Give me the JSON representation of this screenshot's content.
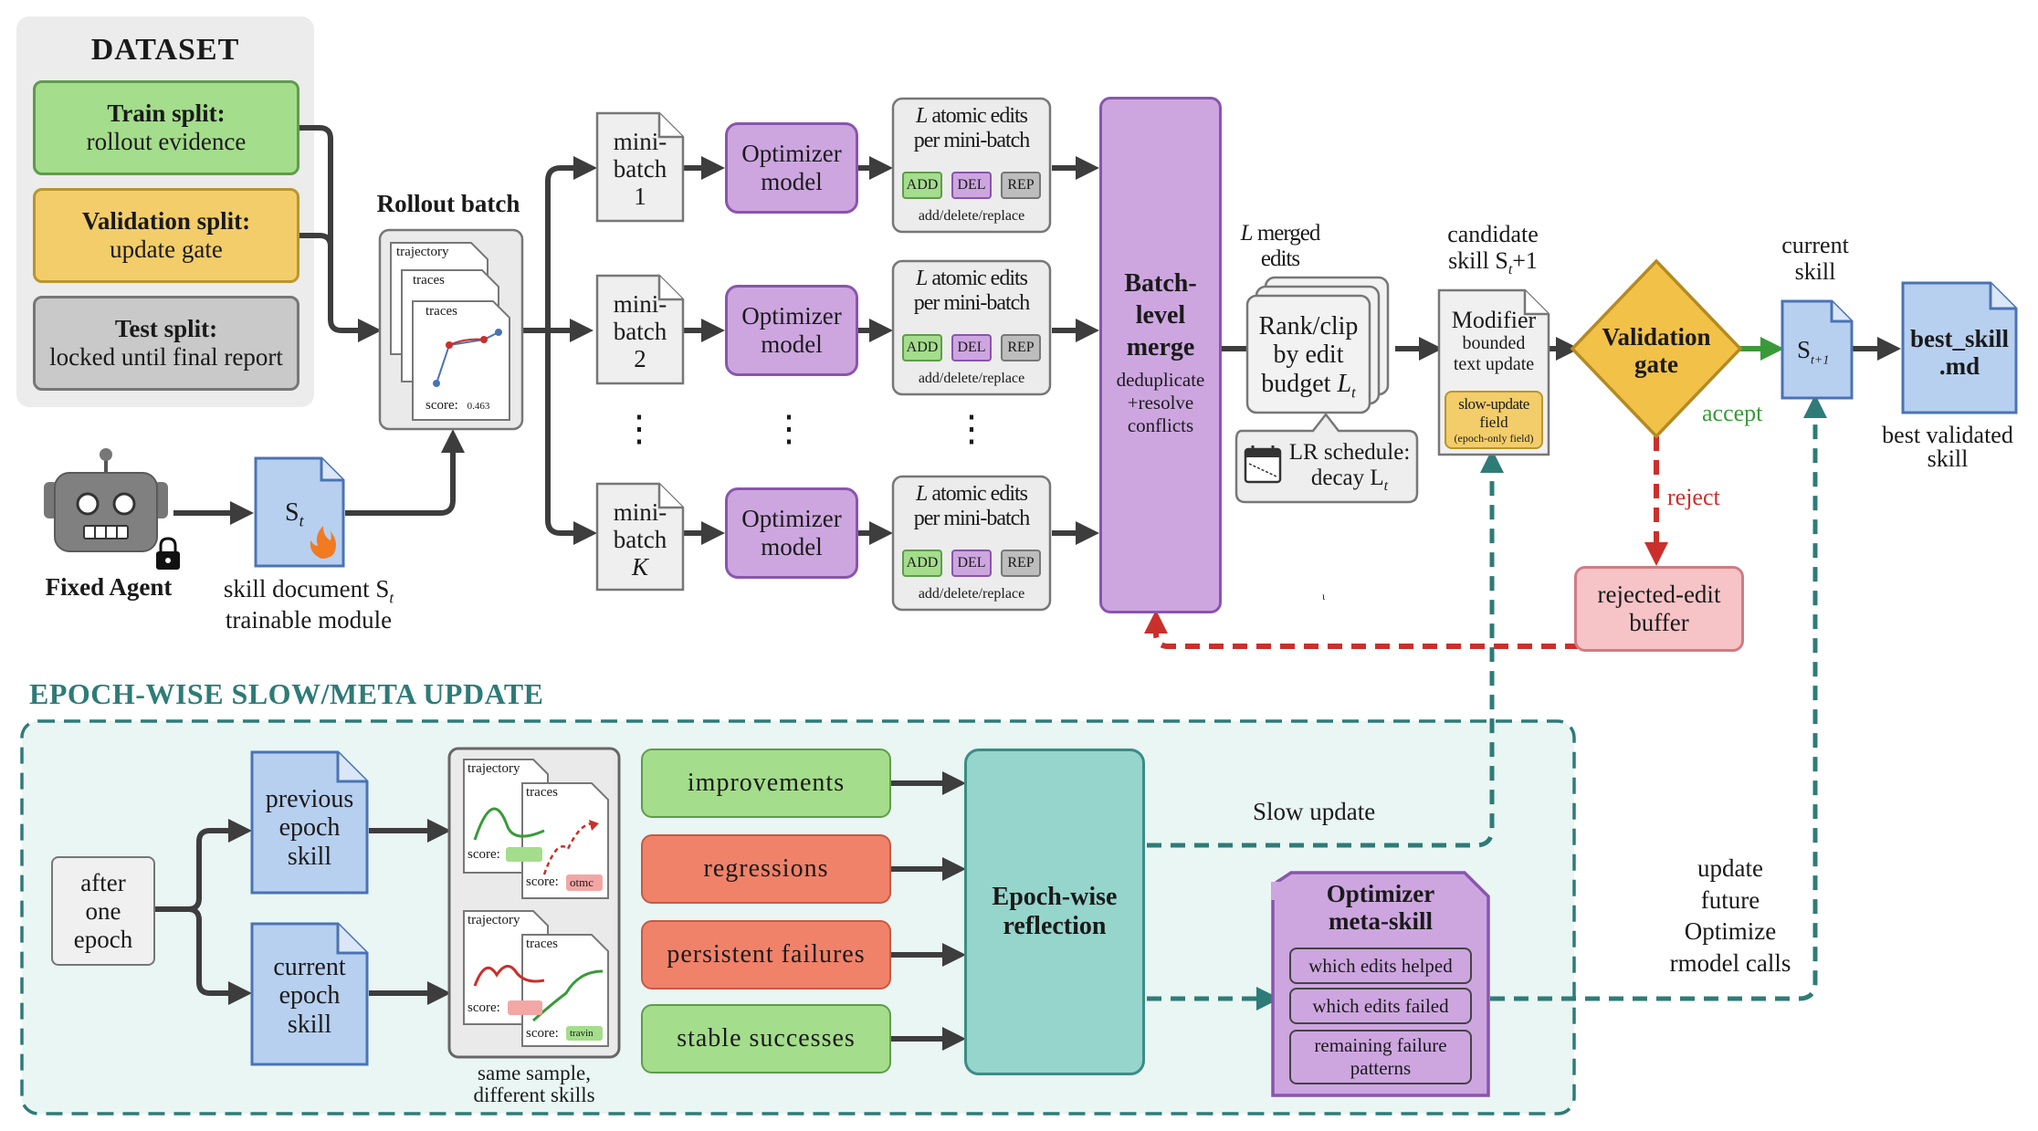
{
  "dataset": {
    "title": "DATASET",
    "train": {
      "title": "Train split:",
      "sub": "rollout evidence"
    },
    "validation": {
      "title": "Validation split:",
      "sub": "update gate"
    },
    "test": {
      "title": "Test split:",
      "sub": "locked until final report"
    }
  },
  "agent": {
    "label": "Fixed Agent"
  },
  "skill_doc": {
    "symbol": "S",
    "sub_symbol": "t",
    "caption_line1": "skill document S",
    "caption_sub": "t",
    "caption_line2": "trainable module"
  },
  "rollout": {
    "title": "Rollout batch",
    "card_trajectory": "trajectory",
    "card_traces1": "traces",
    "card_traces2": "traces",
    "score_label": "score:",
    "score_value": "0.463"
  },
  "minibatches": [
    {
      "l1": "mini-",
      "l2": "batch",
      "l3": "1"
    },
    {
      "l1": "mini-",
      "l2": "batch",
      "l3": "2"
    },
    {
      "l1": "mini-",
      "l2": "batch",
      "l3": "K"
    }
  ],
  "optimizer": {
    "l1": "Optimizer",
    "l2": "model"
  },
  "edits": {
    "l_symbol": "L",
    "title_rest": " atomic edits",
    "title_line2": "per mini-batch",
    "add": "ADD",
    "del": "DEL",
    "rep": "REP",
    "footer": "add/delete/replace"
  },
  "ellipsis": "⋮",
  "merge": {
    "title": [
      "Batch-",
      "level",
      "merge"
    ],
    "sub": [
      "deduplicate",
      "+resolve",
      "conflicts"
    ]
  },
  "merged_edits": {
    "l_symbol": "L",
    "rest": " merged",
    "line2": "edits"
  },
  "rank": {
    "l1": "Rank/clip",
    "l2": "by edit",
    "l3": "budget ",
    "l_symbol": "L",
    "l_sub": "t"
  },
  "lr": {
    "l1": "LR schedule:",
    "l2": "decay L",
    "l2_sub": "t"
  },
  "candidate": {
    "label_line1": "candidate",
    "label_line2": "skill S",
    "label_sub": "t",
    "label_tail": "+1",
    "title": "Modifier",
    "sub1": "bounded",
    "sub2": "text update",
    "slow1": "slow-update",
    "slow2": "field",
    "slow3": "(epoch-only field)"
  },
  "gate": {
    "l1": "Validation",
    "l2": "gate",
    "accept": "accept",
    "reject": "reject"
  },
  "current_skill": {
    "l1": "current",
    "l2": "skill",
    "symbol": "S",
    "sub": "t+1"
  },
  "best_skill": {
    "l1": "best_skill",
    "l2": ".md",
    "caption1": "best validated",
    "caption2": "skill"
  },
  "rejected": {
    "l1": "rejected-edit",
    "l2": "buffer"
  },
  "stray_mark": "ι",
  "epoch": {
    "title": "EPOCH-WISE SLOW/META UPDATE",
    "after": [
      "after",
      "one",
      "epoch"
    ],
    "previous": [
      "previous",
      "epoch",
      "skill"
    ],
    "current": [
      "current",
      "epoch",
      "skill"
    ],
    "card_trajectory": "trajectory",
    "card_traces": "traces",
    "score_label": "score:",
    "badge_top": "otmc",
    "badge_bottom": "travin",
    "caption1": "same sample,",
    "caption2": "different skills",
    "categories": [
      "improvements",
      "regressions",
      "persistent failures",
      "stable successes"
    ],
    "reflection": [
      "Epoch-wise",
      "reflection"
    ],
    "slow_update": "Slow update",
    "meta_title": [
      "Optimizer",
      "meta-skill"
    ],
    "meta_items": [
      "which edits helped",
      "which edits failed",
      "remaining failure",
      "patterns"
    ],
    "update_note": [
      "update",
      "future",
      "Optimize",
      "rmodel calls"
    ]
  },
  "colors": {
    "green": "#a4dd8c",
    "yellow": "#f2cd6a",
    "gray": "#c9c9c9",
    "purple": "#cda6e0",
    "teal": "#96d5cc",
    "teal_dark": "#2e7b78",
    "pink": "#f6c3c7",
    "salmon": "#f0826a",
    "blue": "#b7d0f0",
    "red_arrow": "#c9302c",
    "accept_green": "#3a9a3a"
  },
  "icons": [
    "robot-icon",
    "lock-icon",
    "flame-icon",
    "calendar-icon",
    "document-icon",
    "chip-icon"
  ]
}
